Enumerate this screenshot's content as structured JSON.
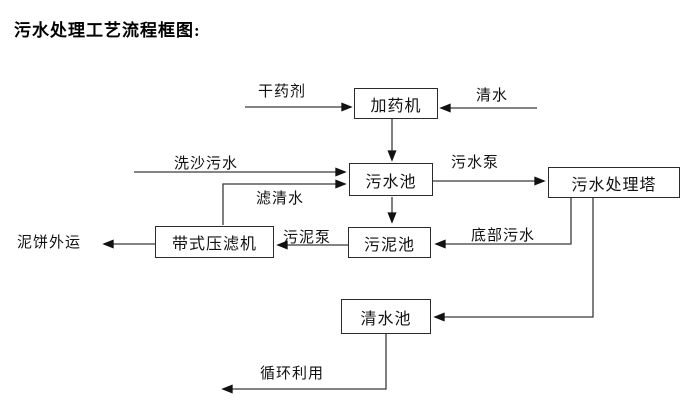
{
  "title": "污水处理工艺流程框图:",
  "colors": {
    "background": "#ffffff",
    "line": "#3a3a3a",
    "box_border": "#2b2b2b",
    "text": "#111111"
  },
  "nodes": {
    "dosing_machine": {
      "label": "加药机"
    },
    "sewage_pool": {
      "label": "污水池"
    },
    "treatment_tower": {
      "label": "污水处理塔"
    },
    "belt_filter_press": {
      "label": "带式压滤机"
    },
    "sludge_pool": {
      "label": "污泥池"
    },
    "clear_water_pool": {
      "label": "清水池"
    }
  },
  "flows": {
    "dry_agent": {
      "label": "干药剂"
    },
    "clear_water": {
      "label": "清水"
    },
    "sand_washing_sewage": {
      "label": "洗沙污水"
    },
    "sewage_pump": {
      "label": "污水泵"
    },
    "filtered_water": {
      "label": "滤清水"
    },
    "sludge_pump": {
      "label": "污泥泵"
    },
    "mud_cake_outbound": {
      "label": "泥饼外运"
    },
    "bottom_sewage": {
      "label": "底部污水"
    },
    "recycling": {
      "label": "循环利用"
    }
  }
}
